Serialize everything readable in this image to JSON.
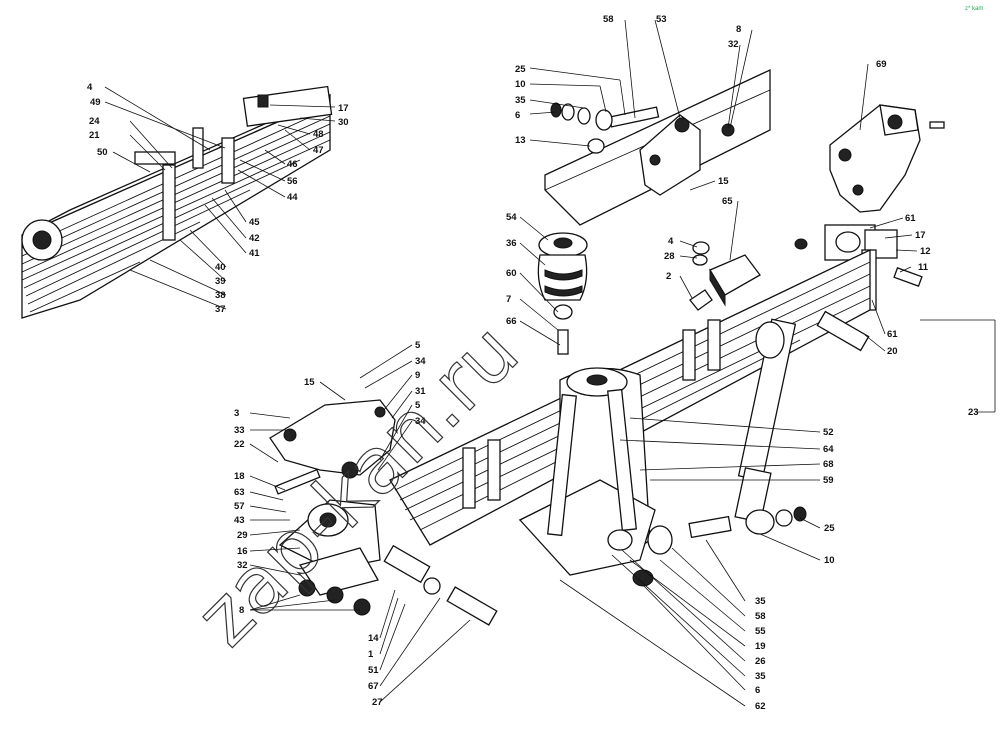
{
  "watermark": "zap-kan.ru",
  "corner_mark": "z* kam",
  "labels": {
    "l58": "58",
    "l53": "53",
    "l8a": "8",
    "l32a": "32",
    "l25a": "25",
    "l10a": "10",
    "l35a": "35",
    "l6a": "6",
    "l13": "13",
    "l69": "69",
    "l4a": "4",
    "l49": "49",
    "l17a": "17",
    "l30": "30",
    "l48": "48",
    "l24": "24",
    "l21": "21",
    "l47": "47",
    "l50": "50",
    "l46": "46",
    "l56": "56",
    "l44": "44",
    "l45": "45",
    "l42": "42",
    "l41": "41",
    "l40": "40",
    "l39": "39",
    "l38": "38",
    "l37": "37",
    "l15a": "15",
    "l65": "65",
    "l54": "54",
    "l61a": "61",
    "l17b": "17",
    "l12": "12",
    "l36": "36",
    "l4b": "4",
    "l28": "28",
    "l11": "11",
    "l60": "60",
    "l2": "2",
    "l7": "7",
    "l66": "66",
    "l61b": "61",
    "l20": "20",
    "l5a": "5",
    "l34a": "34",
    "l15b": "15",
    "l9": "9",
    "l31": "31",
    "l3": "3",
    "l5b": "5",
    "l34b": "34",
    "l33": "33",
    "l22": "22",
    "l23": "23",
    "l52": "52",
    "l64": "64",
    "l68": "68",
    "l59": "59",
    "l18": "18",
    "l63": "63",
    "l57": "57",
    "l43": "43",
    "l29": "29",
    "l16": "16",
    "l32b": "32",
    "l8b": "8",
    "l25b": "25",
    "l10b": "10",
    "l14": "14",
    "l1": "1",
    "l51": "51",
    "l67": "67",
    "l27": "27",
    "l35b": "35",
    "l58b": "58",
    "l55": "55",
    "l19": "19",
    "l26": "26",
    "l35c": "35",
    "l6b": "6",
    "l62": "62"
  }
}
